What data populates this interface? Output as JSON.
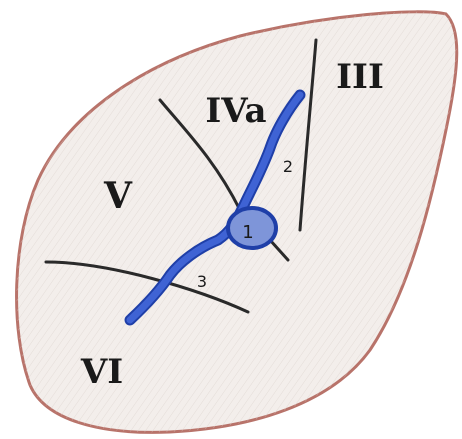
{
  "segments": {
    "s3": "III",
    "s4a": "IVa",
    "s5": "V",
    "s6": "VI"
  },
  "markers": {
    "m1": "1",
    "m2": "2",
    "m3": "3"
  },
  "colors": {
    "outline": "#b8736a",
    "fill": "#f3eeeb",
    "divider": "#2a2a2a",
    "duct": "#3f63d4",
    "duct_edge": "#1f3fa8",
    "dilation": "#7e95d9"
  }
}
